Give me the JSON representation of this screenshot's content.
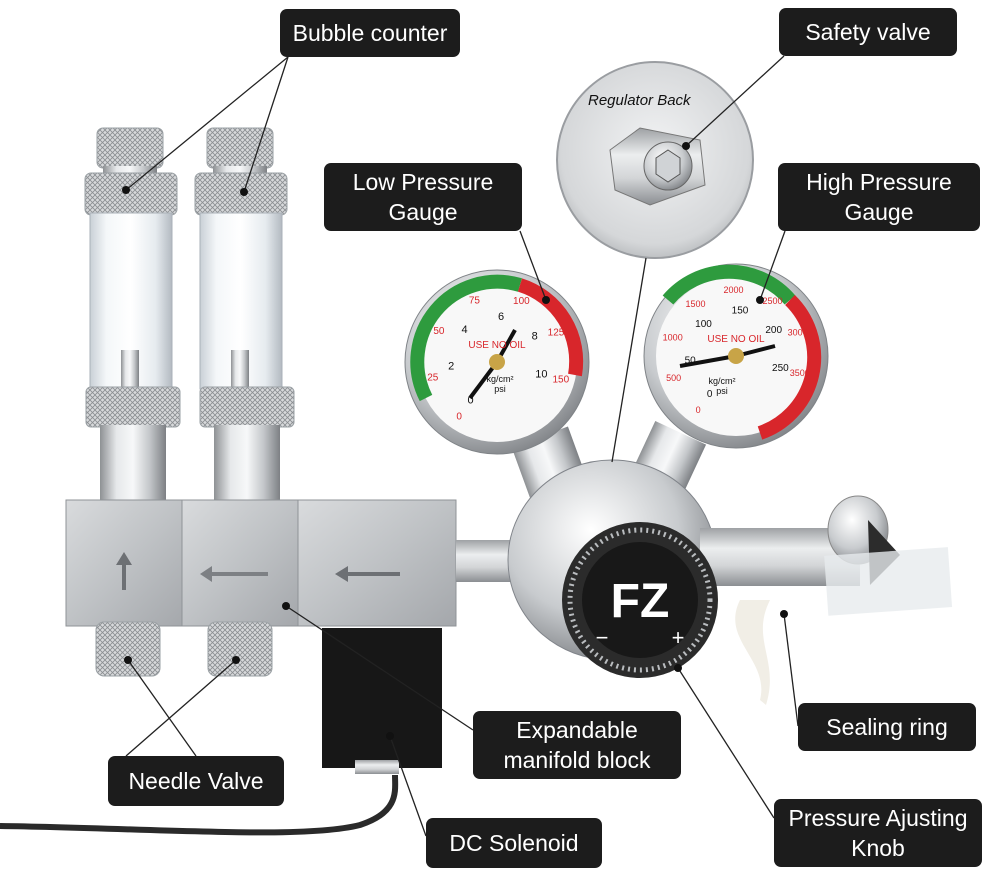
{
  "image": {
    "labels": {
      "bubble_counter": "Bubble counter",
      "safety_valve": "Safety valve",
      "low_pressure_gauge_line1": "Low Pressure",
      "low_pressure_gauge_line2": "Gauge",
      "high_pressure_gauge_line1": "High Pressure",
      "high_pressure_gauge_line2": "Gauge",
      "sealing_ring": "Sealing ring",
      "manifold_line1": "Expandable",
      "manifold_line2": "manifold block",
      "needle_valve": "Needle Valve",
      "knob_line1": "Pressure Ajusting",
      "knob_line2": "Knob",
      "dc_solenoid": "DC Solenoid"
    },
    "inset_caption": "Regulator Back",
    "knob_logo": "FZ",
    "knob_minus": "−",
    "knob_plus": "+",
    "low_gauge": {
      "ticks": [
        "0",
        "25",
        "50",
        "75",
        "100",
        "125",
        "150"
      ],
      "inner_ticks": [
        "0",
        "2",
        "4",
        "6",
        "8",
        "10"
      ],
      "text1": "USE NO OIL",
      "units": "kg/cm²",
      "units2": "psi"
    },
    "high_gauge": {
      "ticks": [
        "0",
        "500",
        "1000",
        "1500",
        "2000",
        "2500",
        "3000",
        "3500"
      ],
      "inner_ticks": [
        "0",
        "50",
        "100",
        "150",
        "200",
        "250"
      ],
      "text1": "USE NO OIL",
      "units": "kg/cm²",
      "units2": "psi"
    },
    "colors": {
      "label_background": "#1c1c1c",
      "label_text": "#ffffff",
      "metal": "#c9cbcd",
      "gauge_green": "#2e9b3e",
      "gauge_red": "#d8262b",
      "solenoid": "#161616"
    }
  }
}
